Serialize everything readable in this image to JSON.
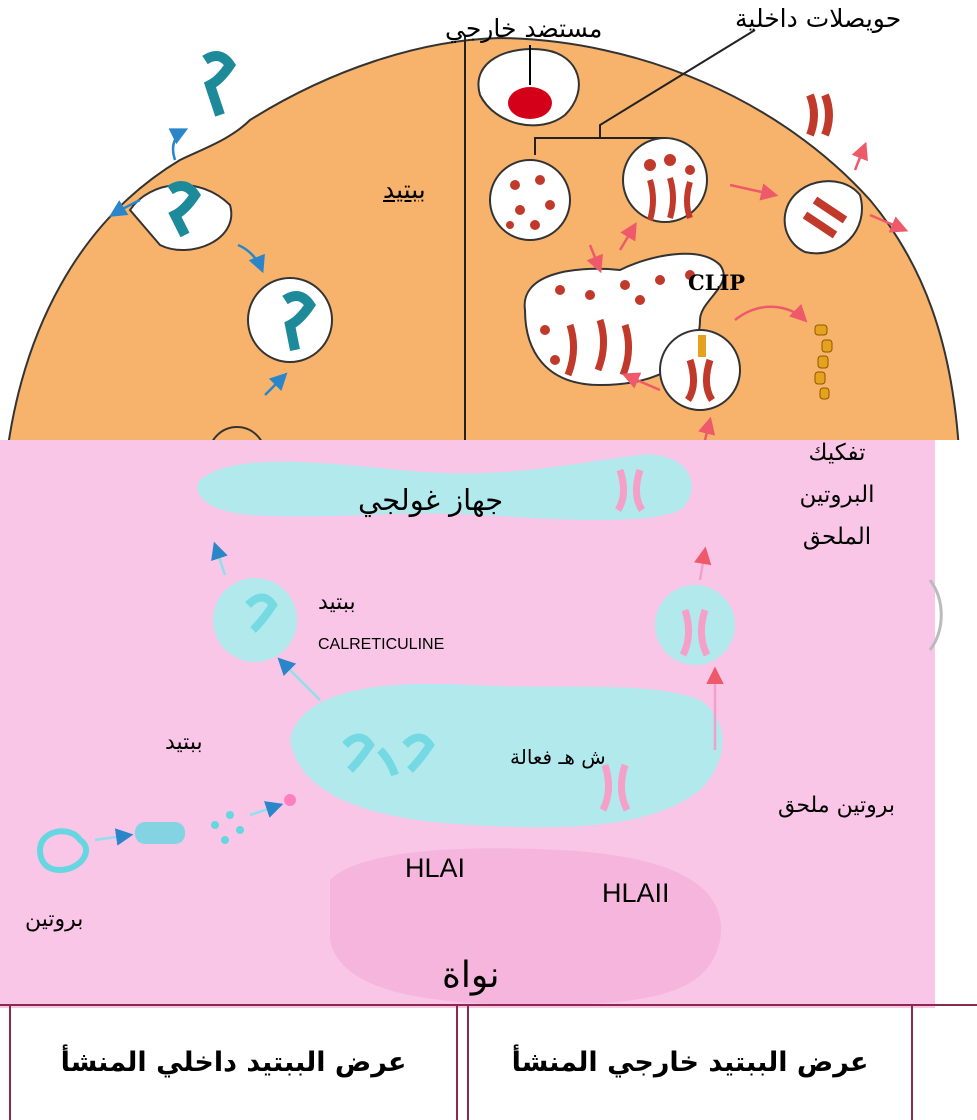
{
  "labels": {
    "exogenous_antigen": "مستضد خارجي",
    "endosomes": "حويصلات داخلية",
    "peptide_top": "ببتيد",
    "clip": "CLIP",
    "golgi": "جهاز غولجي",
    "invariant_degradation": "تفكيك البروتين الملحق",
    "peptide_mid": "ببتيد",
    "calreticuline": "CALRETICULINE",
    "peptide_low": "ببتيد",
    "rer": "ش هـ فعالة",
    "invariant_chain": "بروتين ملحق",
    "hla1": "HLAI",
    "hla2": "HLAII",
    "protein": "بروتين",
    "nucleus": "نواة"
  },
  "footer": {
    "endogenous": "عرض الببتيد داخلي المنشأ",
    "exogenous": "عرض الببتيد خارجي المنشأ"
  },
  "colors": {
    "cell": "#f7b36b",
    "lower_region": "#f9c6e8",
    "organelle": "#a8ecec",
    "teal_molecule": "#1d8a9a",
    "red_molecule": "#c0392b",
    "arrow_blue": "#2a86c9",
    "arrow_red": "#ef5a6a"
  }
}
